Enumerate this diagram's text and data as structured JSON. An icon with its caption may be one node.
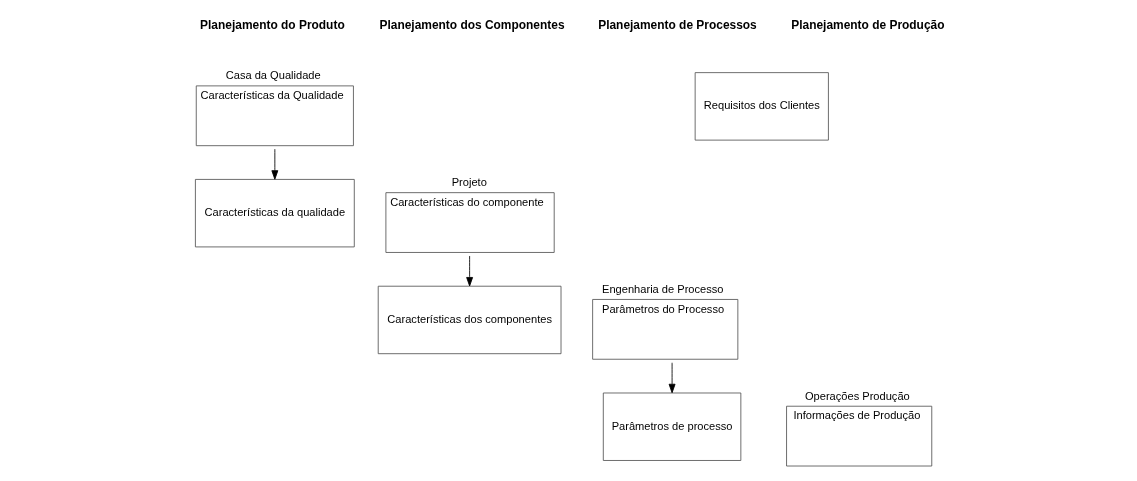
{
  "diagram": {
    "nodes": [
      {
        "text": [
          "Casa da Qualidade",
          "Características da Qualidade"
        ]
      },
      {
        "text": [
          "Requisitos dos Clientes"
        ]
      },
      {
        "text": [
          "Projeto",
          "Características do componente"
        ]
      },
      {
        "text": [
          "Características da qualidade"
        ]
      },
      {
        "text": [
          "Engenharia de Processo",
          "Parâmetros do Processo"
        ]
      },
      {
        "text": [
          "Características dos componentes"
        ]
      },
      {
        "text": [
          "Operações Produção",
          "Informações de Produção"
        ]
      },
      {
        "text": [
          "Parâmetros de processo"
        ]
      }
    ],
    "edges": [
      {
        "from": 0,
        "to": 3,
        "arrow": "to"
      },
      {
        "from": 2,
        "to": 5,
        "arrow": "to"
      },
      {
        "from": 4,
        "to": 7,
        "arrow": "to"
      }
    ],
    "labels": [
      "Planejamento do Produto",
      "Planejamento dos Componentes",
      "Planejamento de Processos",
      "Planejamento de Produção"
    ]
  }
}
